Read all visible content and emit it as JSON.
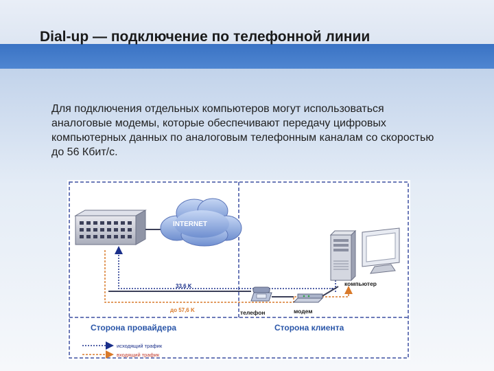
{
  "slide": {
    "title": "Dial-up — подключение по телефонной линии",
    "body": "Для подключения отдельных компьютеров могут использоваться аналоговые модемы, которые обеспечивают передачу цифровых компьютерных данных по аналоговым телефонным каналам со скоростью до 56 Кбит/с."
  },
  "diagram": {
    "internet_label": "INTERNET",
    "speed_outgoing": "33,6 K",
    "speed_incoming": "до 57,6 K",
    "phone_label": "телефон",
    "modem_label": "модем",
    "computer_label": "компьютер",
    "provider_side": "Сторона провайдера",
    "client_side": "Сторона клиента",
    "legend_outgoing": "исходящий трафик",
    "legend_incoming": "входящий трафик",
    "colors": {
      "outgoing": "#1a2f8a",
      "incoming": "#d97a2a",
      "side_labels": "#2a56a8",
      "frame": "#3b4fa0"
    }
  }
}
